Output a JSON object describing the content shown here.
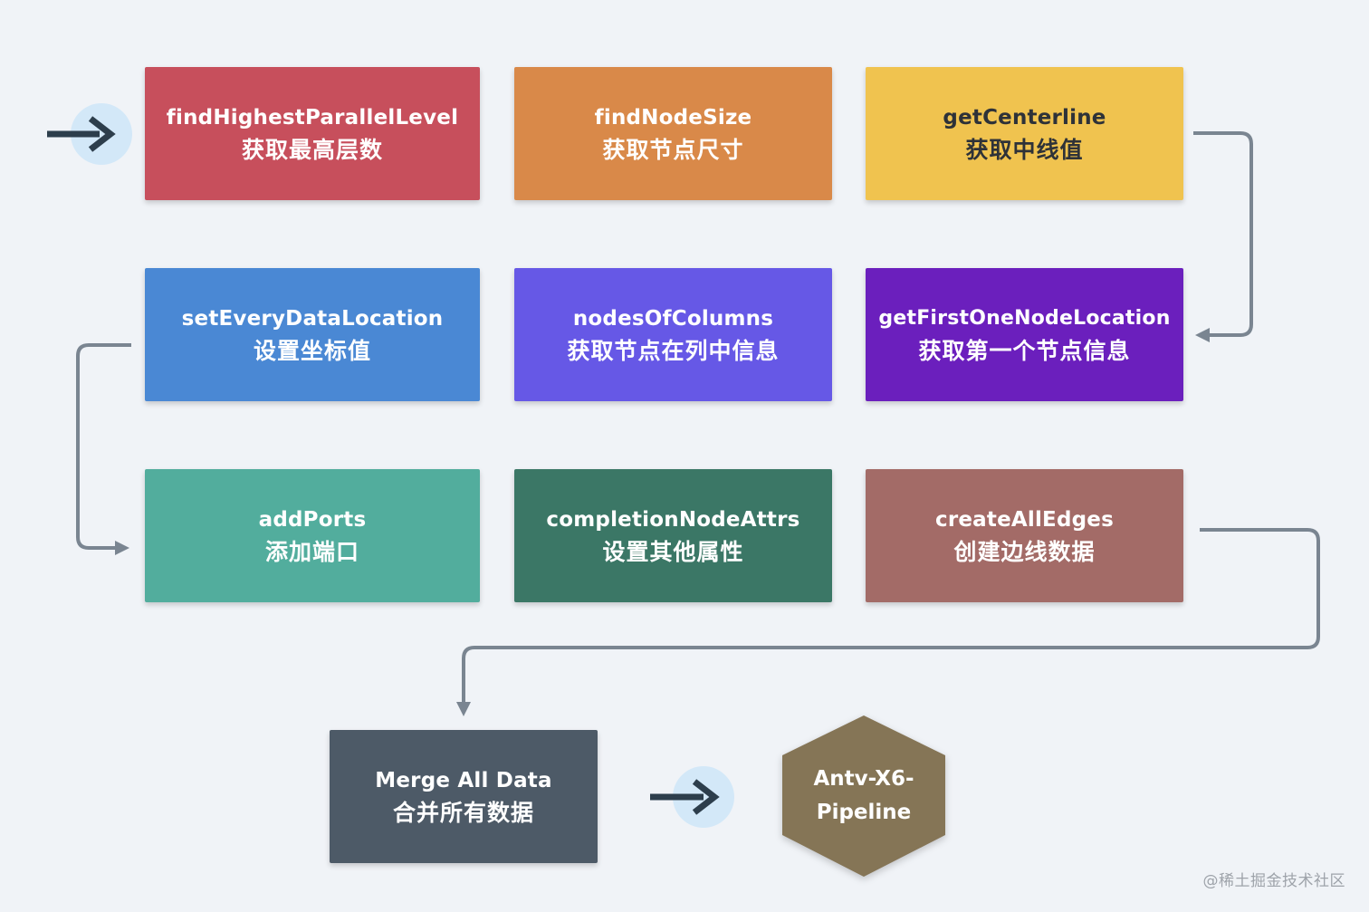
{
  "nodes": [
    {
      "id": "findHighestParallelLevel",
      "line1": "findHighestParallelLevel",
      "line2": "获取最高层数",
      "color": "#c74f5c"
    },
    {
      "id": "findNodeSize",
      "line1": "findNodeSize",
      "line2": "获取节点尺寸",
      "color": "#d98949"
    },
    {
      "id": "getCenterline",
      "line1": "getCenterline",
      "line2": "获取中线值",
      "color": "#f0c34f"
    },
    {
      "id": "setEveryDataLocation",
      "line1": "setEveryDataLocation",
      "line2": "设置坐标值",
      "color": "#4a88d4"
    },
    {
      "id": "nodesOfColumns",
      "line1": "nodesOfColumns",
      "line2": "获取节点在列中信息",
      "color": "#6658e6"
    },
    {
      "id": "getFirstOneNodeLocation",
      "line1": "getFirstOneNodeLocation",
      "line2": "获取第一个节点信息",
      "color": "#6b1fbd"
    },
    {
      "id": "addPorts",
      "line1": "addPorts",
      "line2": "添加端口",
      "color": "#52ad9d"
    },
    {
      "id": "completionNodeAttrs",
      "line1": "completionNodeAttrs",
      "line2": "设置其他属性",
      "color": "#3b7766"
    },
    {
      "id": "createAllEdges",
      "line1": "createAllEdges",
      "line2": "创建边线数据",
      "color": "#a36b67"
    },
    {
      "id": "mergeAllData",
      "line1": "Merge All Data",
      "line2": "合并所有数据",
      "color": "#4d5a67"
    }
  ],
  "final": {
    "line1": "Antv-X6-",
    "line2": "Pipeline",
    "color": "#857556"
  },
  "colors": {
    "connector": "#7a8591",
    "arrow": "#2d3e4c",
    "arrow_circle": "#d3e8f8"
  },
  "icons": {
    "start": "right-arrow-icon",
    "transition": "right-arrow-icon"
  },
  "watermark": "@稀土掘金技术社区"
}
